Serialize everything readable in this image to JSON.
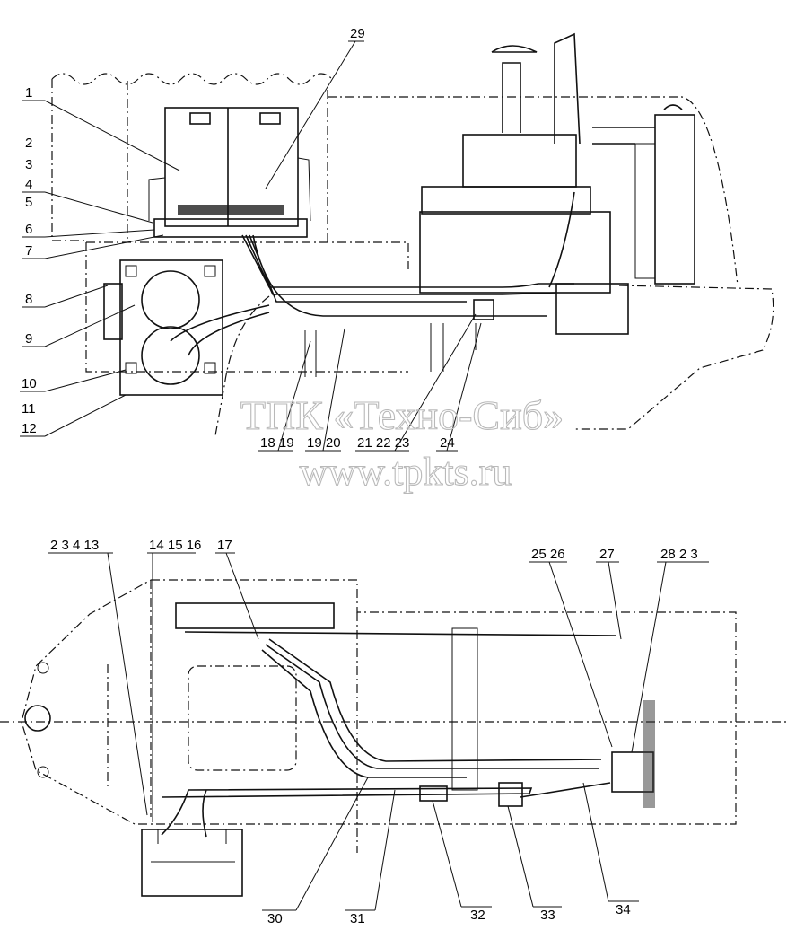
{
  "watermark": {
    "company": "ТПК «Техно-Сиб»",
    "site": "www.tpkts.ru"
  },
  "top_view": {
    "callouts": [
      "29",
      "1",
      "2",
      "3",
      "4",
      "5",
      "6",
      "7",
      "8",
      "9",
      "10",
      "11",
      "12",
      "18 19",
      "19 20",
      "21 22 23",
      "24"
    ]
  },
  "bottom_view": {
    "callouts": [
      "2 3 4 13",
      "14 15 16",
      "17",
      "25 26",
      "27",
      "28 2 3",
      "30",
      "31",
      "32",
      "33",
      "34"
    ]
  }
}
